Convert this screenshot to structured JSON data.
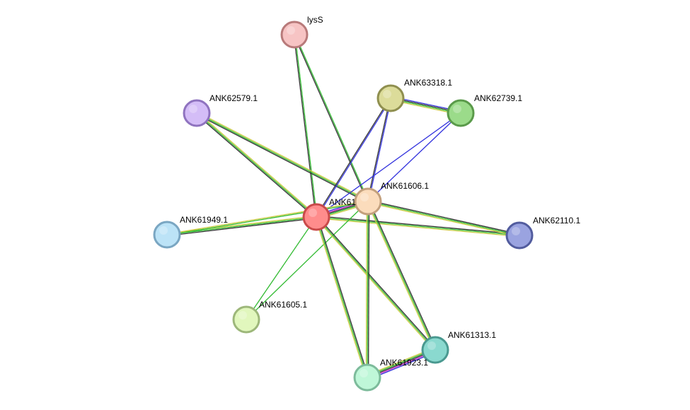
{
  "nodes": [
    {
      "id": "lysS",
      "label": "lysS",
      "fill": "#f7c4c4",
      "stroke": "#b87a7a"
    },
    {
      "id": "ANK62579.1",
      "label": "ANK62579.1",
      "fill": "#d4bdf7",
      "stroke": "#8f73bf"
    },
    {
      "id": "ANK63318.1",
      "label": "ANK63318.1",
      "fill": "#dcdc9a",
      "stroke": "#8f8f4f"
    },
    {
      "id": "ANK62739.1",
      "label": "ANK62739.1",
      "fill": "#9bdb8a",
      "stroke": "#5a9a4a"
    },
    {
      "id": "ANK61606.1",
      "label": "ANK61606.1",
      "fill": "#fbdcbc",
      "stroke": "#c3a07d"
    },
    {
      "id": "ANK61_center",
      "label": "ANK61",
      "fill": "#ff8c8c",
      "stroke": "#c94a4a"
    },
    {
      "id": "ANK61949.1",
      "label": "ANK61949.1",
      "fill": "#bce3f7",
      "stroke": "#7aa6c2"
    },
    {
      "id": "ANK62110.1",
      "label": "ANK62110.1",
      "fill": "#9aa3e0",
      "stroke": "#525c9e"
    },
    {
      "id": "ANK61605.1",
      "label": "ANK61605.1",
      "fill": "#e1f7bd",
      "stroke": "#9db77a"
    },
    {
      "id": "ANK61313.1",
      "label": "ANK61313.1",
      "fill": "#8ad9cf",
      "stroke": "#4a9990"
    },
    {
      "id": "ANK61923.1",
      "label": "ANK61923.1",
      "fill": "#bff7d8",
      "stroke": "#7dbb9b"
    }
  ],
  "edges": [
    {
      "source": "ANK61_center",
      "target": "lysS",
      "colors": [
        "#333333",
        "#33bb33"
      ]
    },
    {
      "source": "ANK61606.1",
      "target": "lysS",
      "colors": [
        "#333333",
        "#33bb33"
      ]
    },
    {
      "source": "ANK61_center",
      "target": "ANK62579.1",
      "colors": [
        "#333333",
        "#33bb33",
        "#cccc44"
      ]
    },
    {
      "source": "ANK61606.1",
      "target": "ANK62579.1",
      "colors": [
        "#333333",
        "#33bb33",
        "#cccc44"
      ]
    },
    {
      "source": "ANK61_center",
      "target": "ANK63318.1",
      "colors": [
        "#333333",
        "#3333dd"
      ]
    },
    {
      "source": "ANK61606.1",
      "target": "ANK63318.1",
      "colors": [
        "#333333",
        "#3333dd"
      ]
    },
    {
      "source": "ANK63318.1",
      "target": "ANK62739.1",
      "colors": [
        "#3333dd",
        "#333333",
        "#33bb33",
        "#cccc44"
      ]
    },
    {
      "source": "ANK61_center",
      "target": "ANK62739.1",
      "colors": [
        "#3333dd"
      ]
    },
    {
      "source": "ANK61606.1",
      "target": "ANK62739.1",
      "colors": [
        "#3333dd"
      ]
    },
    {
      "source": "ANK61_center",
      "target": "ANK61606.1",
      "colors": [
        "#3333dd",
        "#cc33cc",
        "#333333",
        "#33bb33",
        "#cccc44"
      ]
    },
    {
      "source": "ANK61_center",
      "target": "ANK61949.1",
      "colors": [
        "#333333",
        "#33bb33",
        "#cccc44"
      ]
    },
    {
      "source": "ANK61606.1",
      "target": "ANK61949.1",
      "colors": [
        "#33bb33",
        "#cccc44"
      ]
    },
    {
      "source": "ANK61_center",
      "target": "ANK62110.1",
      "colors": [
        "#333333",
        "#33bb33",
        "#cccc44"
      ]
    },
    {
      "source": "ANK61606.1",
      "target": "ANK62110.1",
      "colors": [
        "#333333",
        "#33bb33",
        "#cccc44"
      ]
    },
    {
      "source": "ANK61_center",
      "target": "ANK61605.1",
      "colors": [
        "#33bb33"
      ]
    },
    {
      "source": "ANK61606.1",
      "target": "ANK61605.1",
      "colors": [
        "#33bb33"
      ]
    },
    {
      "source": "ANK61_center",
      "target": "ANK61313.1",
      "colors": [
        "#333333",
        "#33bb33",
        "#cccc44"
      ]
    },
    {
      "source": "ANK61606.1",
      "target": "ANK61313.1",
      "colors": [
        "#333333",
        "#33bb33",
        "#cccc44"
      ]
    },
    {
      "source": "ANK61_center",
      "target": "ANK61923.1",
      "colors": [
        "#333333",
        "#33bb33",
        "#cccc44"
      ]
    },
    {
      "source": "ANK61606.1",
      "target": "ANK61923.1",
      "colors": [
        "#333333",
        "#33bb33",
        "#cccc44"
      ]
    },
    {
      "source": "ANK61313.1",
      "target": "ANK61923.1",
      "colors": [
        "#3333dd",
        "#cc33cc",
        "#333333",
        "#33bb33",
        "#cccc44"
      ]
    }
  ]
}
